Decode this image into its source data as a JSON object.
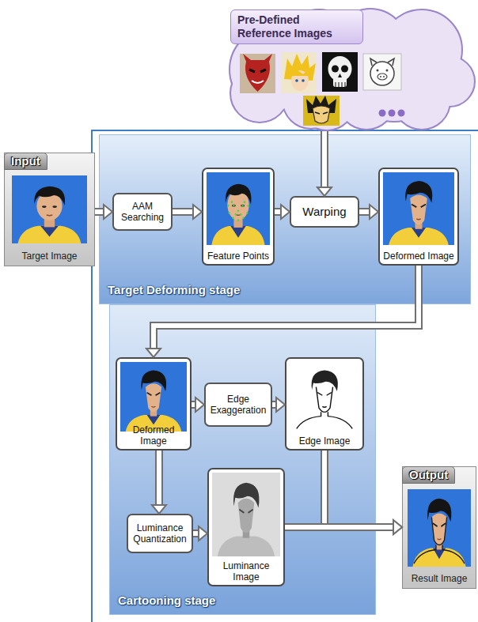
{
  "diagram": {
    "nodes": [
      {
        "text": [
          "Pre-Defined Reference Images"
        ]
      },
      {
        "text": [
          "Input",
          "Target Image"
        ]
      },
      {
        "text": [
          "Target Deforming stage"
        ]
      },
      {
        "text": [
          "AAM Searching"
        ],
        "in": 2
      },
      {
        "text": [
          "Feature Points"
        ],
        "in": 2
      },
      {
        "text": [
          "Warping"
        ],
        "in": 2
      },
      {
        "text": [
          "Deformed Image"
        ],
        "in": 2
      },
      {
        "text": [
          "Cartooning stage"
        ]
      },
      {
        "text": [
          "Deformed Image"
        ],
        "in": 7
      },
      {
        "text": [
          "Edge Exaggeration"
        ],
        "in": 7
      },
      {
        "text": [
          "Edge Image"
        ],
        "in": 7
      },
      {
        "text": [
          "Luminance Quantization"
        ],
        "in": 7
      },
      {
        "text": [
          "Luminance Image"
        ],
        "in": 7
      },
      {
        "text": [
          "Output",
          "Result Image"
        ]
      }
    ],
    "edges": [
      {
        "from": 1,
        "to": 3,
        "arrow": "to"
      },
      {
        "from": 3,
        "to": 4,
        "arrow": "to"
      },
      {
        "from": 4,
        "to": 5,
        "arrow": "to"
      },
      {
        "from": 0,
        "to": 5,
        "arrow": "to"
      },
      {
        "from": 5,
        "to": 6,
        "arrow": "to"
      },
      {
        "from": 6,
        "to": 8,
        "arrow": "to"
      },
      {
        "from": 8,
        "to": 9,
        "arrow": "to"
      },
      {
        "from": 9,
        "to": 10,
        "arrow": "to"
      },
      {
        "from": 8,
        "to": 11,
        "arrow": "to"
      },
      {
        "from": 11,
        "to": 12,
        "arrow": "to"
      },
      {
        "from": 10,
        "to": 13,
        "arrow": "to"
      },
      {
        "from": 12,
        "to": 13,
        "arrow": "to"
      }
    ]
  }
}
